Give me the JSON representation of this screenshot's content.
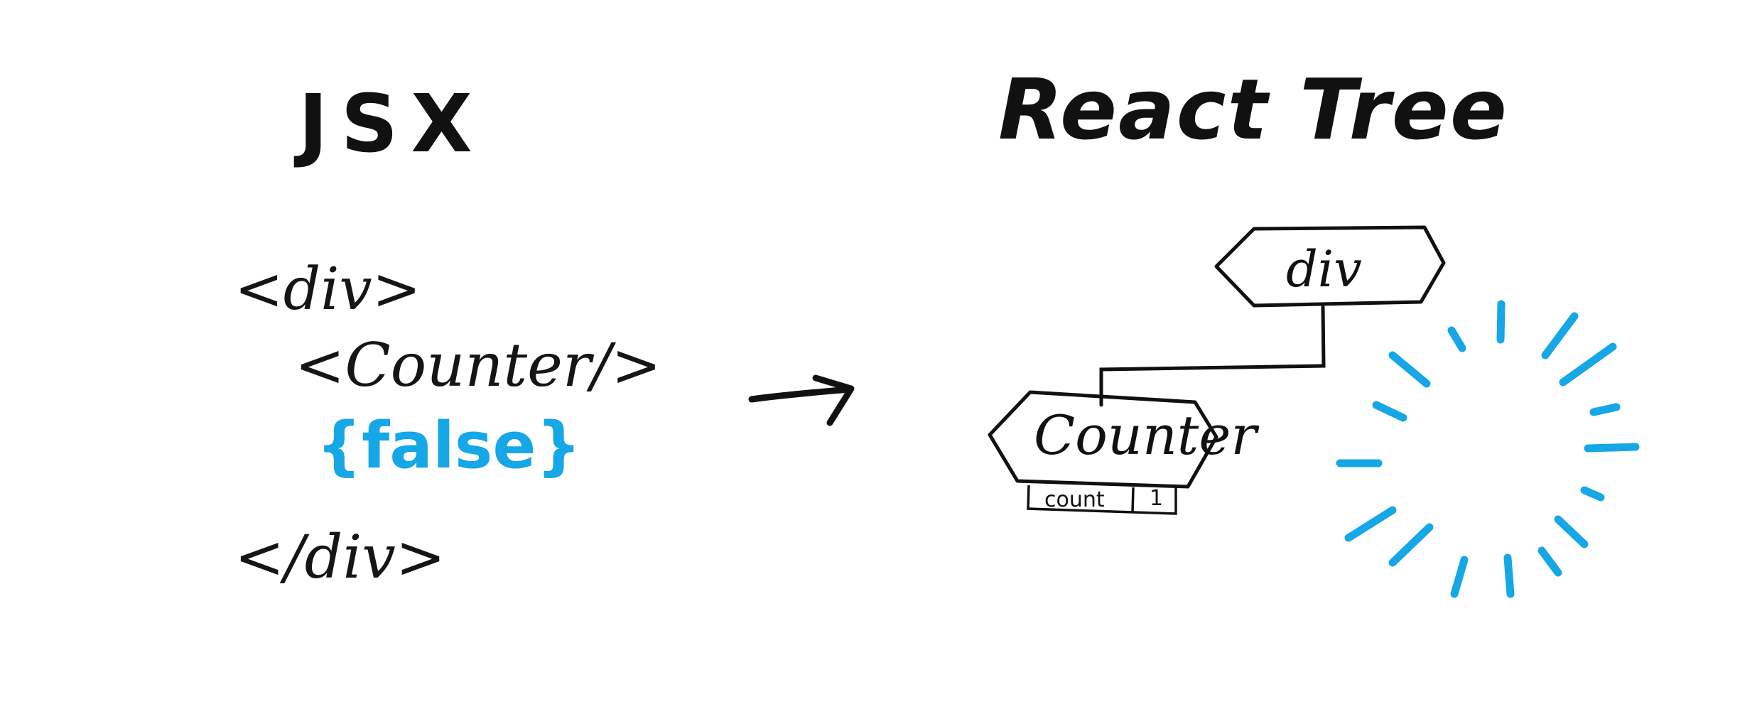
{
  "titles": {
    "left": "JSX",
    "right": "React Tree"
  },
  "jsx_code": {
    "line1": "<div>",
    "line2": "<Counter/>",
    "line3": "{false}",
    "line4": "</div>"
  },
  "tree": {
    "root": {
      "label": "div"
    },
    "child": {
      "label": "Counter",
      "state": [
        {
          "key": "count",
          "value": "1"
        }
      ]
    }
  },
  "colors": {
    "ink": "#111111",
    "accent": "#15a7e6",
    "background": "#ffffff"
  },
  "icons": {
    "arrow": "right-arrow-icon",
    "burst": "sparkle-burst-icon"
  }
}
